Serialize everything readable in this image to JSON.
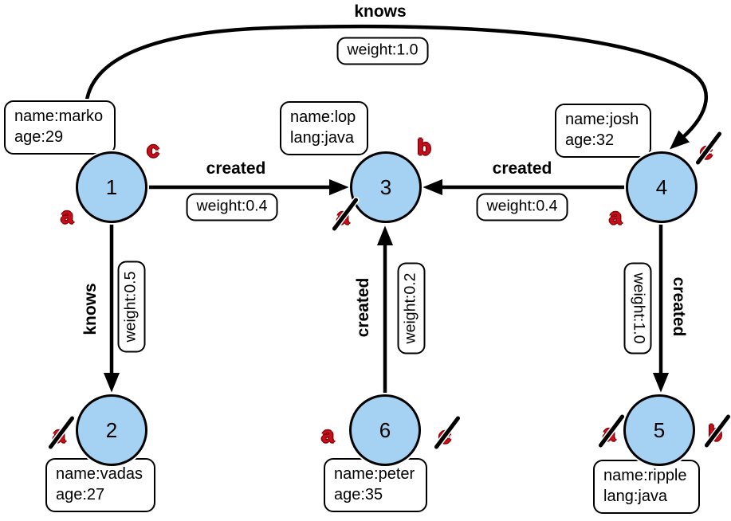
{
  "colors": {
    "node_fill": "#a5d2f2",
    "node_border": "#000000",
    "edge_color": "#000000",
    "tag_red": "#c5101f",
    "box_background": "#ffffff"
  },
  "nodes": [
    {
      "id": "1",
      "properties": [
        "name:marko",
        "age:29"
      ],
      "tags": [
        {
          "letter": "c",
          "crossed": false
        },
        {
          "letter": "a",
          "crossed": false
        }
      ]
    },
    {
      "id": "2",
      "properties": [
        "name:vadas",
        "age:27"
      ],
      "tags": [
        {
          "letter": "a",
          "crossed": true
        }
      ]
    },
    {
      "id": "3",
      "properties": [
        "name:lop",
        "lang:java"
      ],
      "tags": [
        {
          "letter": "b",
          "crossed": false
        },
        {
          "letter": "a",
          "crossed": true
        }
      ]
    },
    {
      "id": "4",
      "properties": [
        "name:josh",
        "age:32"
      ],
      "tags": [
        {
          "letter": "c",
          "crossed": true
        },
        {
          "letter": "a",
          "crossed": false
        }
      ]
    },
    {
      "id": "5",
      "properties": [
        "name:ripple",
        "lang:java"
      ],
      "tags": [
        {
          "letter": "a",
          "crossed": true
        },
        {
          "letter": "b",
          "crossed": true
        }
      ]
    },
    {
      "id": "6",
      "properties": [
        "name:peter",
        "age:35"
      ],
      "tags": [
        {
          "letter": "a",
          "crossed": false
        },
        {
          "letter": "c",
          "crossed": true
        }
      ]
    }
  ],
  "edges": [
    {
      "from": "1",
      "to": "4",
      "label": "knows",
      "weight": "weight:1.0"
    },
    {
      "from": "1",
      "to": "3",
      "label": "created",
      "weight": "weight:0.4"
    },
    {
      "from": "4",
      "to": "3",
      "label": "created",
      "weight": "weight:0.4"
    },
    {
      "from": "1",
      "to": "2",
      "label": "knows",
      "weight": "weight:0.5"
    },
    {
      "from": "6",
      "to": "3",
      "label": "created",
      "weight": "weight:0.2"
    },
    {
      "from": "4",
      "to": "5",
      "label": "created",
      "weight": "weight:1.0"
    }
  ]
}
